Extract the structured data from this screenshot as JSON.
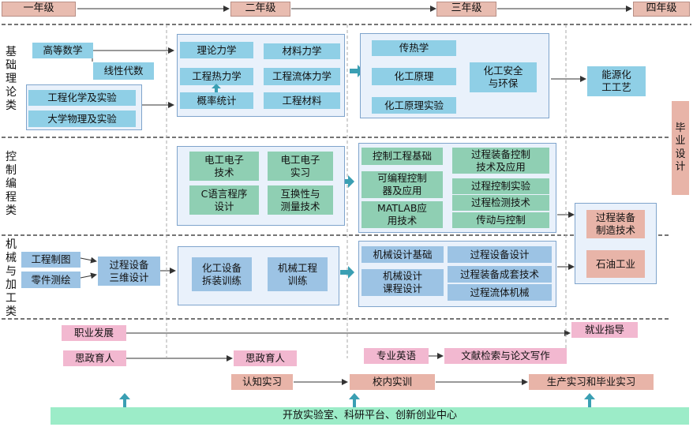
{
  "years": [
    "一年级",
    "二年级",
    "三年级",
    "四年级"
  ],
  "categories": {
    "basic_theory": "基\n础\n理\n论\n类",
    "control_programming": "控\n制\n编\n程\n类",
    "mechanical": "机\n械\n与\n加\n工\n类"
  },
  "theory": {
    "higher_math": "高等数学",
    "linear_algebra": "线性代数",
    "eng_chemistry": "工程化学及实验",
    "college_physics": "大学物理及实验",
    "theoretical_mechanics": "理论力学",
    "materials_mechanics": "材料力学",
    "eng_thermo": "工程热力学",
    "eng_fluid": "工程流体力学",
    "probability": "概率统计",
    "eng_materials": "工程材料",
    "heat_transfer": "传热学",
    "chem_principles": "化工原理",
    "chem_principles_lab": "化工原理实验",
    "chem_safety": "化工安全\n与环保",
    "energy_chem": "能源化\n工工艺"
  },
  "control": {
    "electrotech": "电工电子\n技术",
    "electrotech_practice": "电工电子\n实习",
    "c_programming": "C语言程序\n设计",
    "tolerance": "互换性与\n测量技术",
    "control_basics": "控制工程基础",
    "process_control_tech": "过程装备控制\n技术及应用",
    "plc": "可编程控制\n器及应用",
    "process_control_lab": "过程控制实验",
    "process_detection": "过程检测技术",
    "matlab": "MATLAB应\n用技术",
    "transmission": "传动与控制"
  },
  "mechanical": {
    "eng_drawing": "工程制图",
    "part_mapping": "零件测绘",
    "equipment_3d": "过程设备\n三维设计",
    "chem_equipment_training": "化工设备\n拆装训练",
    "mech_training": "机械工程\n训练",
    "mech_design_basics": "机械设计基础",
    "process_equipment_design": "过程设备设计",
    "mech_design_project": "机械设计\n课程设计",
    "equipment_set_tech": "过程装备成套技术",
    "fluid_machinery": "过程流体机械",
    "manufacturing_tech": "过程装备\n制造技术",
    "petroleum": "石油工业"
  },
  "graduation_design": "毕\n业\n设\n计",
  "career": {
    "development": "职业发展",
    "guidance": "就业指导"
  },
  "ideology": {
    "first": "思政育人",
    "second": "思政育人"
  },
  "english": {
    "professional": "专业英语",
    "literature": "文献检索与论文写作"
  },
  "internship": {
    "cognition": "认知实习",
    "campus": "校内实训",
    "production": "生产实习和毕业实习"
  },
  "platform": "开放实验室、科研平台、创新创业中心"
}
